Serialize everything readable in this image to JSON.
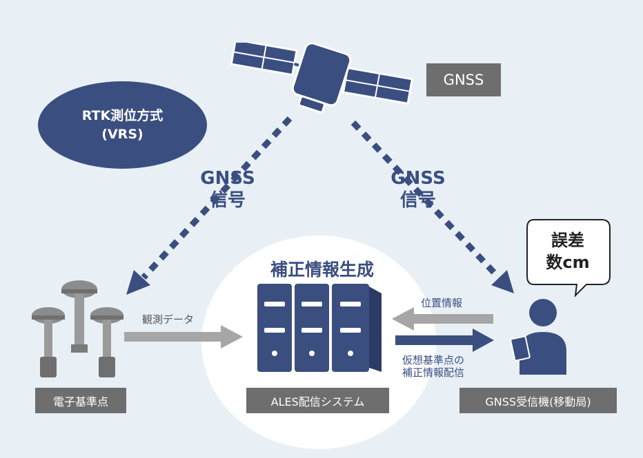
{
  "title": "RTK測位方式",
  "subtitle": "(VRS)",
  "gnss_label": "GNSS",
  "signal_left": {
    "line1": "GNSS",
    "line2": "信号"
  },
  "signal_right": {
    "line1": "GNSS",
    "line2": "信号"
  },
  "correction_title": "補正情報生成",
  "error_bubble": {
    "line1": "誤差",
    "line2": "数cm"
  },
  "observation_label": "観測データ",
  "position_label": "位置情報",
  "vrs_label": {
    "line1": "仮想基準点の",
    "line2": "補正情報配信"
  },
  "stations": {
    "reference": "電子基準点",
    "server": "ALES配信システム",
    "receiver": "GNSS受信機(移動局)"
  },
  "colors": {
    "navy": "#3b4e80",
    "gray_box": "#6e6e6e",
    "arrow_gray": "#a6a6a6",
    "background": "#e8f0f6"
  },
  "icons": [
    "satellite-icon",
    "antenna-icon",
    "server-icon",
    "person-icon",
    "speech-bubble-icon"
  ]
}
